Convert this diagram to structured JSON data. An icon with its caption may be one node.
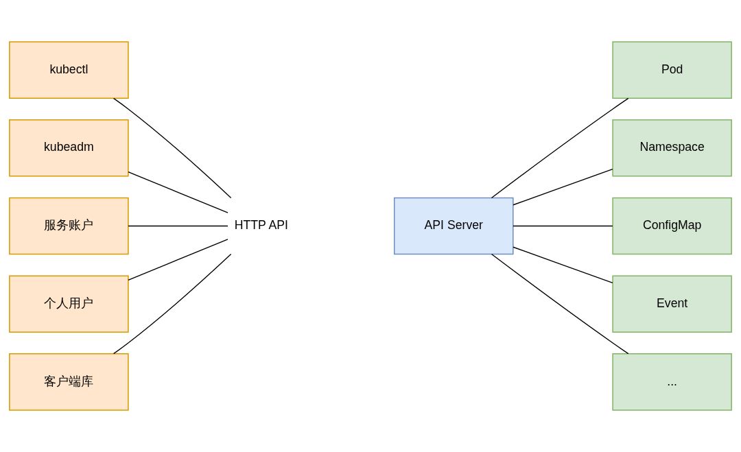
{
  "diagram": {
    "nodes": [
      {
        "text": [
          "kubectl"
        ]
      },
      {
        "text": [
          "kubeadm"
        ]
      },
      {
        "text": [
          "服务账户"
        ]
      },
      {
        "text": [
          "个人用户"
        ]
      },
      {
        "text": [
          "客户端库"
        ]
      },
      {
        "text": [
          "HTTP API"
        ]
      },
      {
        "text": [
          "API Server"
        ]
      },
      {
        "text": [
          "Pod"
        ]
      },
      {
        "text": [
          "Namespace"
        ]
      },
      {
        "text": [
          "ConfigMap"
        ]
      },
      {
        "text": [
          "Event"
        ]
      },
      {
        "text": [
          "..."
        ]
      }
    ],
    "edges": [
      {
        "from": 0,
        "to": 5,
        "arrow": "none"
      },
      {
        "from": 1,
        "to": 5,
        "arrow": "none"
      },
      {
        "from": 2,
        "to": 5,
        "arrow": "none"
      },
      {
        "from": 3,
        "to": 5,
        "arrow": "none"
      },
      {
        "from": 4,
        "to": 5,
        "arrow": "none"
      },
      {
        "from": 6,
        "to": 7,
        "arrow": "none"
      },
      {
        "from": 6,
        "to": 8,
        "arrow": "none"
      },
      {
        "from": 6,
        "to": 9,
        "arrow": "none"
      },
      {
        "from": 6,
        "to": 10,
        "arrow": "none"
      },
      {
        "from": 6,
        "to": 11,
        "arrow": "none"
      }
    ]
  }
}
